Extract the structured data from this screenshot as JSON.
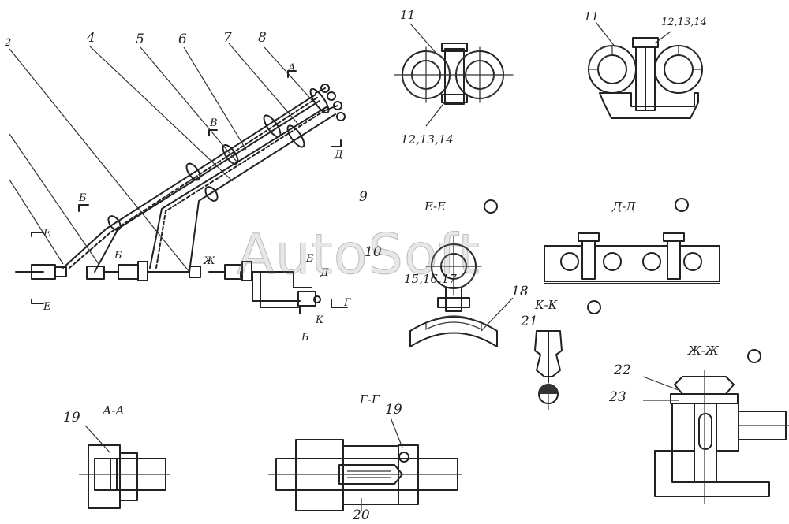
{
  "watermark": "AutoSoft",
  "callouts": {
    "c2": "2",
    "c4": "4",
    "c5": "5",
    "c6": "6",
    "c7": "7",
    "c8": "8",
    "c9": "9",
    "c10": "10",
    "c11a": "11",
    "c11b": "11",
    "c12": "12,13,14",
    "c12b": "12,13,14",
    "c15": "15,16,17",
    "c18": "18",
    "c19a": "19",
    "c19b": "19",
    "c20": "20",
    "c21": "21",
    "c22": "22",
    "c23": "23"
  },
  "sections": {
    "ee": "Е-Е",
    "dd": "Д-Д",
    "kk": "К-К",
    "zhzh": "Ж-Ж",
    "aa": "А-А",
    "gg": "Г-Г"
  },
  "cut_marks": {
    "a1": "А",
    "a2": "Д",
    "v": "В",
    "b1": "Б",
    "b2": "Б",
    "b3": "Б",
    "b4": "Б",
    "e1": "Е",
    "e2": "Е",
    "zh": "Ж",
    "g": "Г",
    "k": "К",
    "d": "Д"
  }
}
